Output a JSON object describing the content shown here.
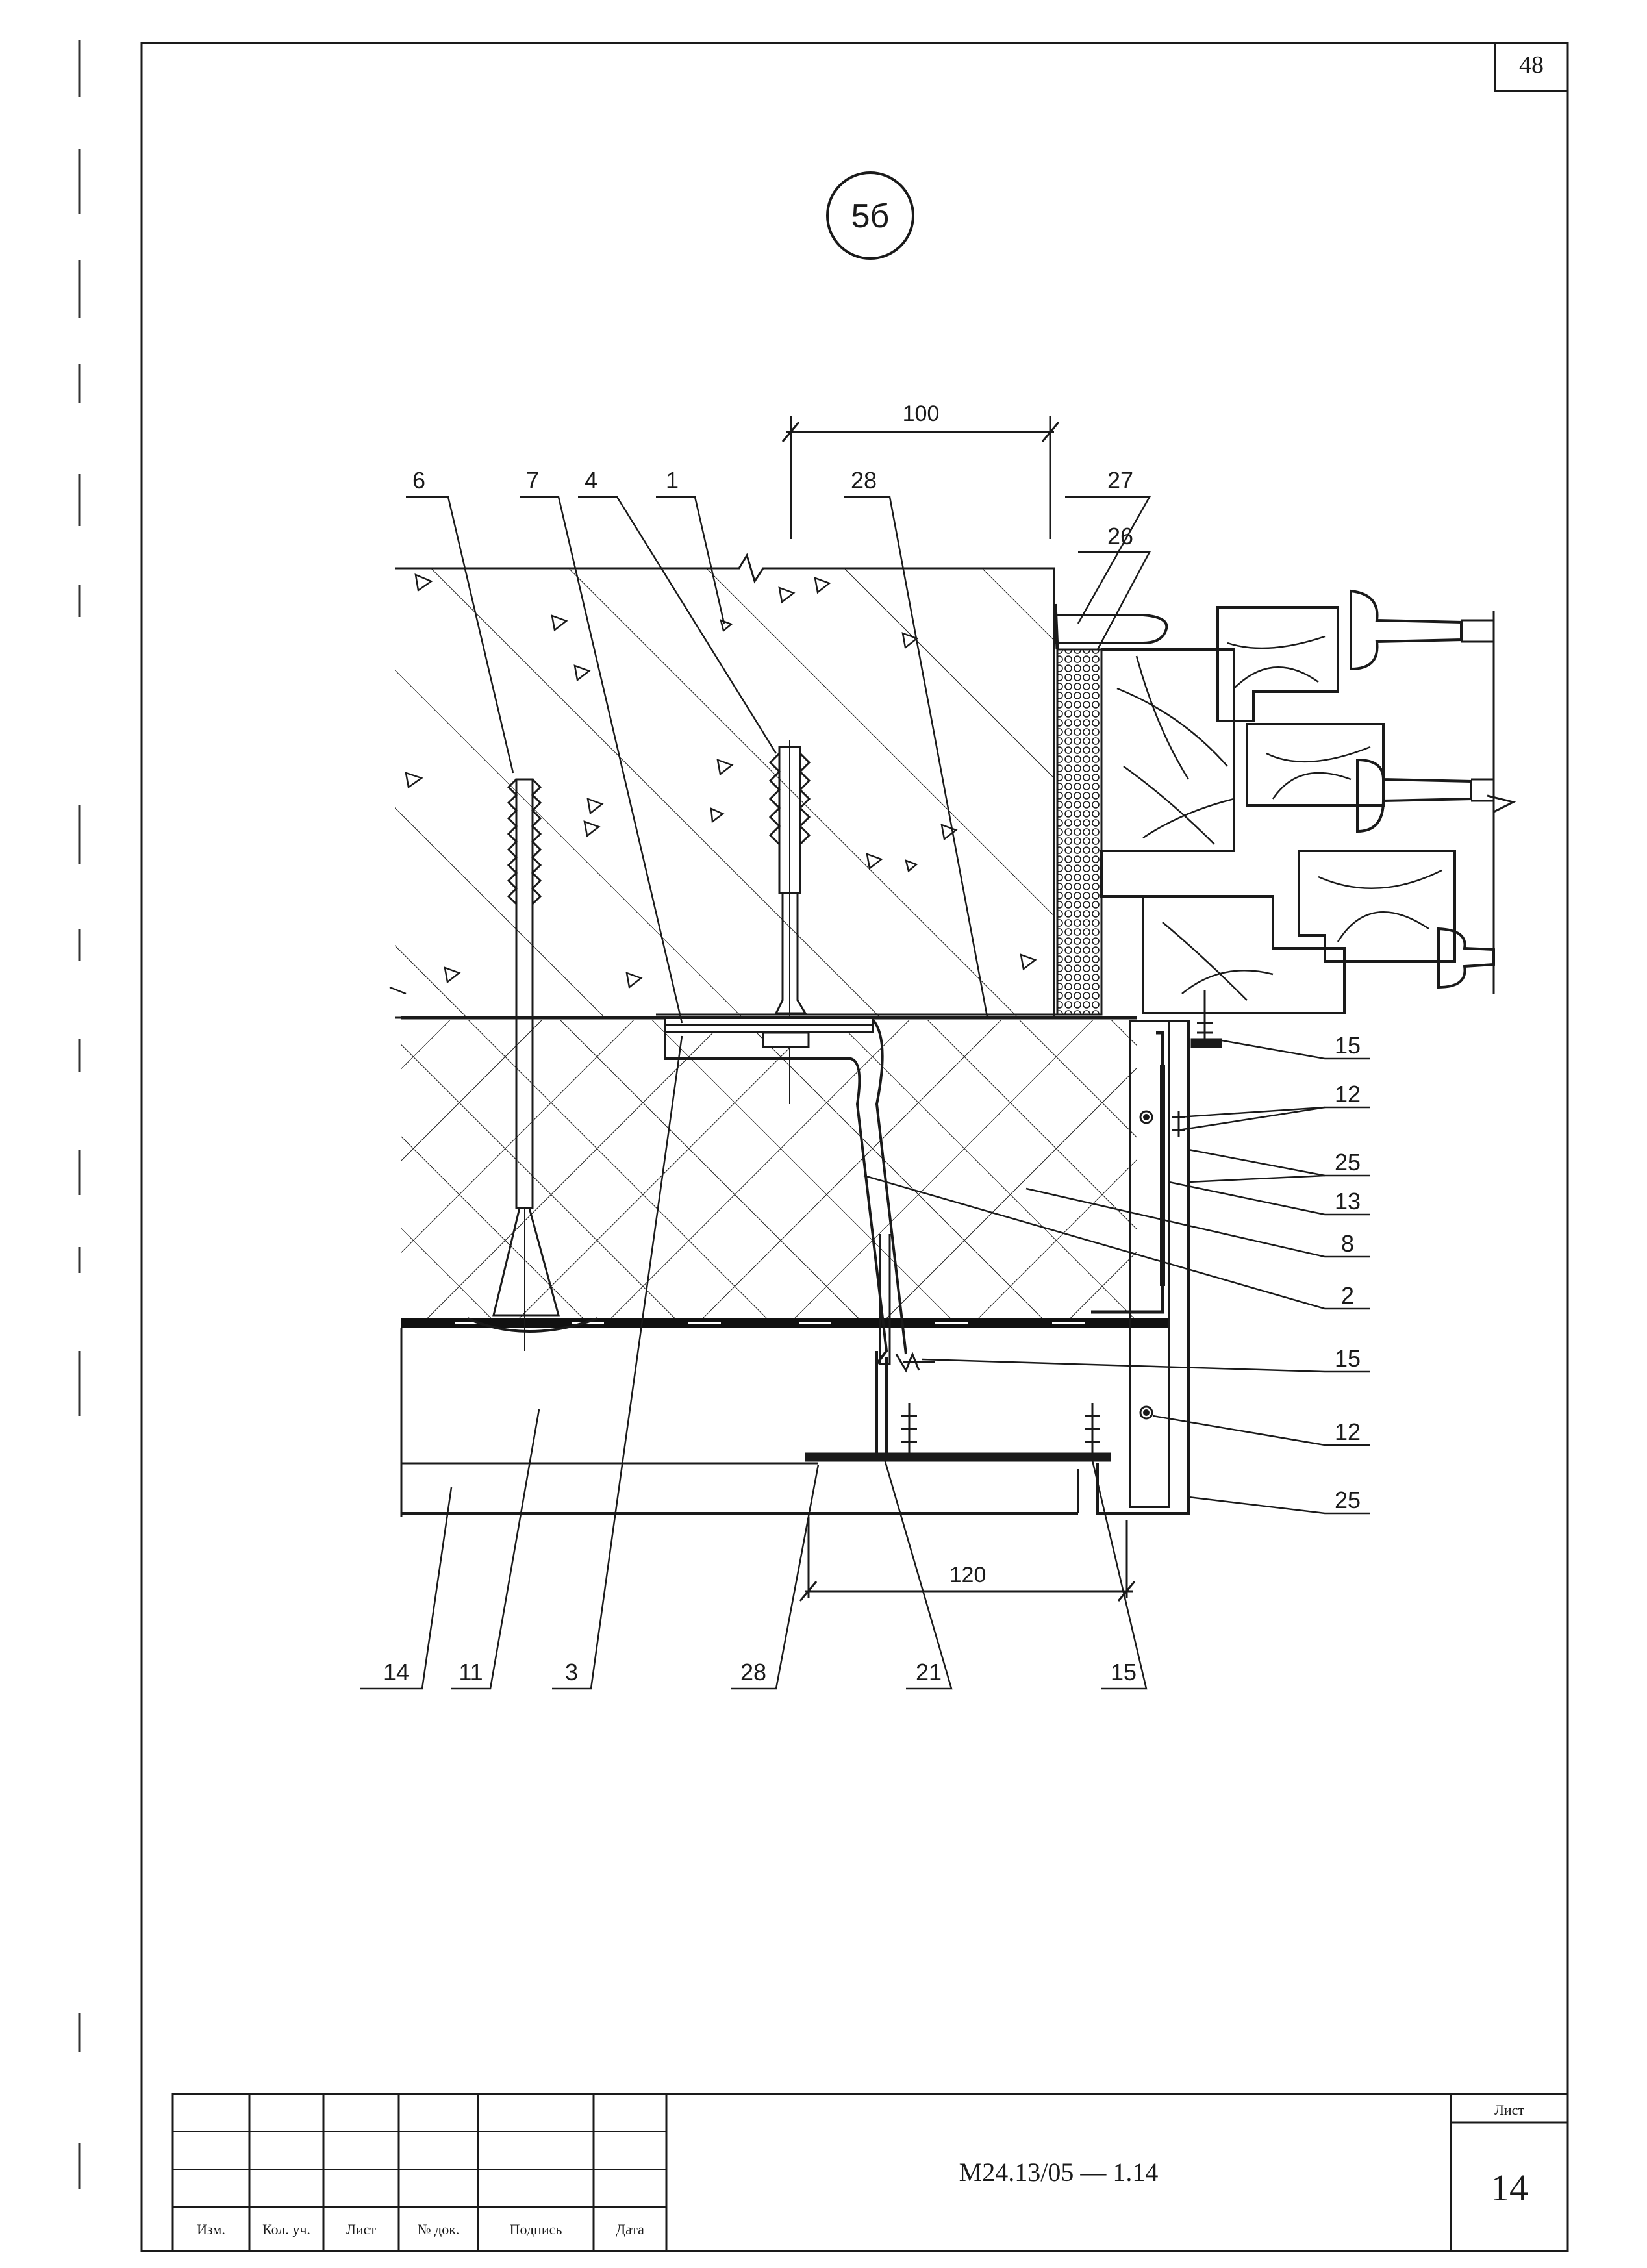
{
  "sheet": {
    "corner_number": "48",
    "detail_mark": "5б"
  },
  "dimensions": {
    "top": "100",
    "bottom": "120"
  },
  "callouts_top": [
    "6",
    "7",
    "4",
    "1",
    "28",
    "27",
    "26"
  ],
  "callouts_right": [
    "15",
    "12",
    "25",
    "13",
    "8",
    "2",
    "15",
    "12",
    "25"
  ],
  "callouts_bottom": [
    "14",
    "11",
    "3",
    "28",
    "21",
    "15"
  ],
  "title_block": {
    "columns": [
      "Изм.",
      "Кол. уч.",
      "Лист",
      "№ док.",
      "Подпись",
      "Дата"
    ],
    "document_code": "М24.13/05  —  1.14",
    "sheet_label": "Лист",
    "sheet_number": "14"
  },
  "colors": {
    "ink": "#1a1a1a",
    "paper": "#ffffff",
    "membrane": "#111111"
  }
}
